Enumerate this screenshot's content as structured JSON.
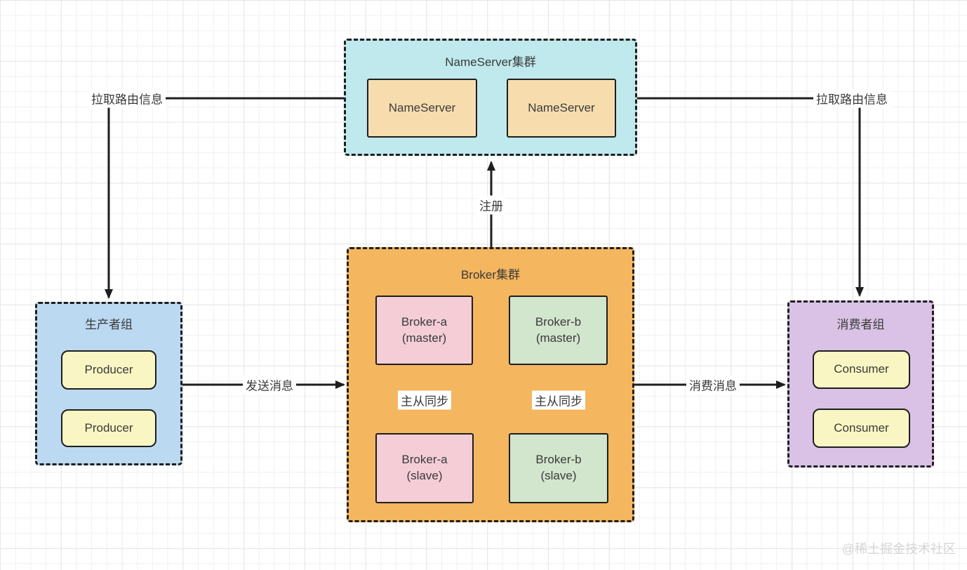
{
  "colors": {
    "line": "#1e1e1e",
    "text": "#3a3a3a",
    "nameserver_group_bg": "#bfe9ed",
    "nameserver_node_bg": "#f7ddae",
    "broker_group_bg": "#f4b65e",
    "broker_a_bg": "#f4cdd7",
    "broker_b_bg": "#d2e5cd",
    "producer_group_bg": "#bcd9f2",
    "client_node_bg": "#faf6c3",
    "consumer_group_bg": "#d9c2e5",
    "watermark_color": "#d5d5d5"
  },
  "nameserver_cluster": {
    "title": "NameServer集群",
    "nodes": [
      {
        "label": "NameServer"
      },
      {
        "label": "NameServer"
      }
    ]
  },
  "broker_cluster": {
    "title": "Broker集群",
    "master_a": "Broker-a\n(master)",
    "master_b": "Broker-b\n(master)",
    "slave_a": "Broker-a\n(slave)",
    "slave_b": "Broker-b\n(slave)",
    "sync_label_a": "主从同步",
    "sync_label_b": "主从同步"
  },
  "producer_group": {
    "title": "生产者组",
    "nodes": [
      {
        "label": "Producer"
      },
      {
        "label": "Producer"
      }
    ]
  },
  "consumer_group": {
    "title": "消费者组",
    "nodes": [
      {
        "label": "Consumer"
      },
      {
        "label": "Consumer"
      }
    ]
  },
  "edges": {
    "pull_route_left": "拉取路由信息",
    "pull_route_right": "拉取路由信息",
    "register": "注册",
    "send_message": "发送消息",
    "consume_message": "消费消息"
  },
  "watermark": "@稀土掘金技术社区"
}
